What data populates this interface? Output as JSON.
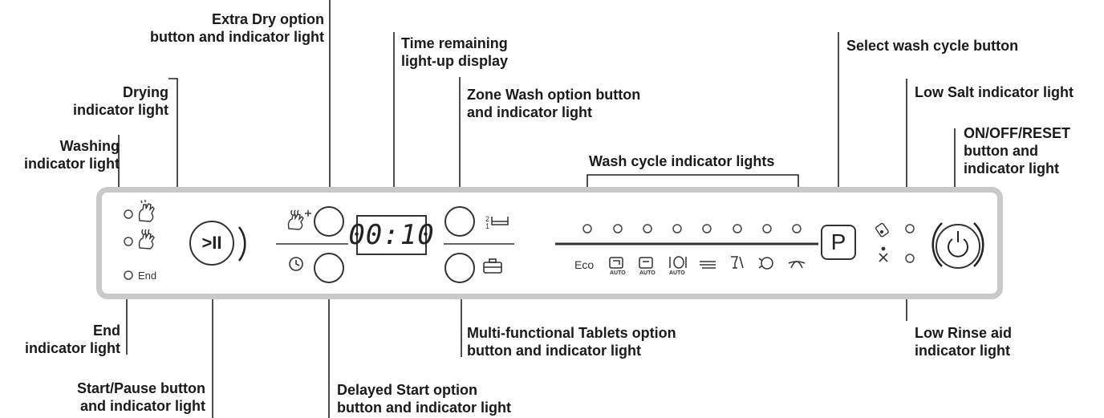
{
  "labels": {
    "extra_dry": [
      "Extra Dry option",
      "button and indicator light"
    ],
    "time_remaining": [
      "Time remaining",
      "light-up display"
    ],
    "select_cycle": [
      "Select wash cycle button"
    ],
    "drying": [
      "Drying",
      "indicator light"
    ],
    "zone_wash": [
      "Zone Wash option button",
      "and indicator light"
    ],
    "low_salt": [
      "Low Salt indicator light"
    ],
    "washing": [
      "Washing",
      "indicator light"
    ],
    "on_off": [
      "ON/OFF/RESET",
      "button and",
      "indicator light"
    ],
    "wash_cycle_lights": [
      "Wash cycle indicator lights"
    ],
    "end": [
      "End",
      "indicator light"
    ],
    "multi_tablets": [
      "Multi-functional Tablets option",
      "button and indicator light"
    ],
    "low_rinse": [
      "Low Rinse aid",
      "indicator light"
    ],
    "start_pause": [
      "Start/Pause button",
      "and indicator light"
    ],
    "delayed_start": [
      "Delayed Start option",
      "button and indicator light"
    ]
  },
  "panel": {
    "display_time": "00:10",
    "end_text": "End",
    "start_symbol": ">II",
    "program_button": "P",
    "eco_text": "Eco",
    "auto_text": "AUTO"
  },
  "icons": {
    "washing": "washing-hand-icon",
    "drying": "drying-heat-icon",
    "extra_dry": "extra-dry-icon",
    "delayed_start": "clock-icon",
    "zone_wash": "zone-wash-rack-icon",
    "tablets": "tablet-icon",
    "low_salt": "salt-icon",
    "low_rinse": "rinse-aid-icon",
    "power": "power-icon"
  }
}
